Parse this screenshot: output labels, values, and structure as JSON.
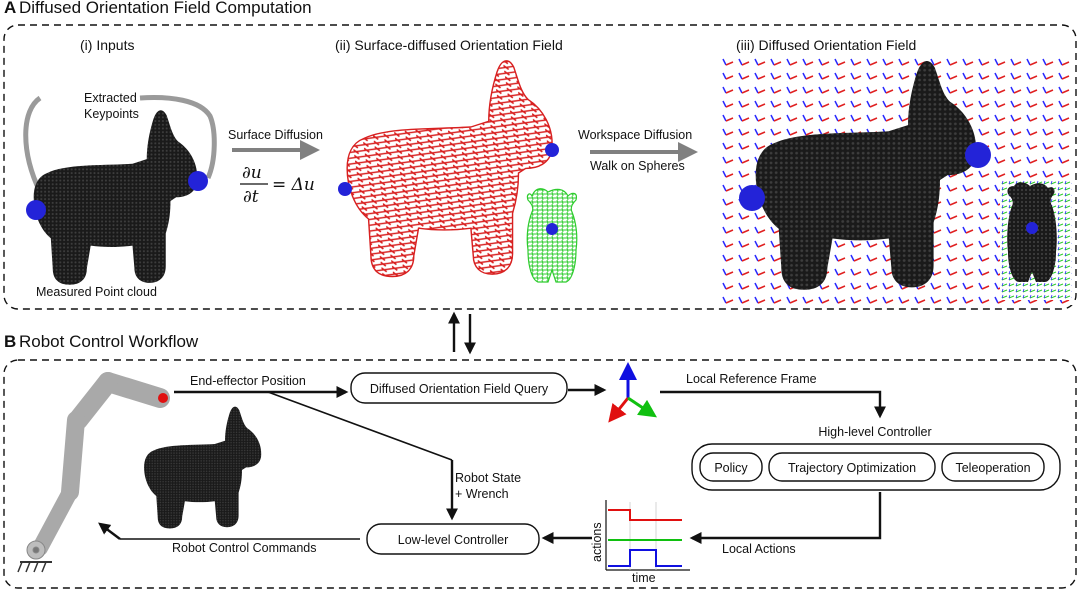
{
  "section_a": {
    "letter": "A",
    "title": "Diffused Orientation Field Computation",
    "inputs_title": "(i) Inputs",
    "keypoints_label_1": "Extracted",
    "keypoints_label_2": "Keypoints",
    "point_cloud_label": "Measured Point cloud",
    "surface_diffusion_label": "Surface Diffusion",
    "equation_numerator": "∂u",
    "equation_denominator": "∂t",
    "equation_rhs": "= Δu",
    "surface_field_title": "(ii) Surface-diffused Orientation Field",
    "workspace_diffusion_label": "Workspace Diffusion",
    "walk_on_spheres_label": "Walk on Spheres",
    "diffused_field_title": "(iii) Diffused Orientation Field"
  },
  "section_b": {
    "letter": "B",
    "title": "Robot Control Workflow",
    "ee_position_label": "End-effector Position",
    "query_box": "Diffused Orientation Field Query",
    "local_frame_label": "Local Reference Frame",
    "high_level_label": "High-level Controller",
    "policy_box": "Policy",
    "trajopt_box": "Trajectory Optimization",
    "teleop_box": "Teleoperation",
    "robot_state_label_1": "Robot State",
    "robot_state_label_2": "+ Wrench",
    "low_level_box": "Low-level Controller",
    "commands_label": "Robot Control Commands",
    "local_actions_label": "Local Actions",
    "plot_ylabel": "actions",
    "plot_xlabel": "time"
  },
  "colors": {
    "cloud": "#1a1a1a",
    "keypoint": "#2323d8",
    "surface_red": "#d82020",
    "surface_green": "#2ecc2e",
    "field_red": "#e02020",
    "field_blue": "#2a2aff",
    "robot_gray": "#a9a9a9",
    "end_effector": "#e01010"
  }
}
